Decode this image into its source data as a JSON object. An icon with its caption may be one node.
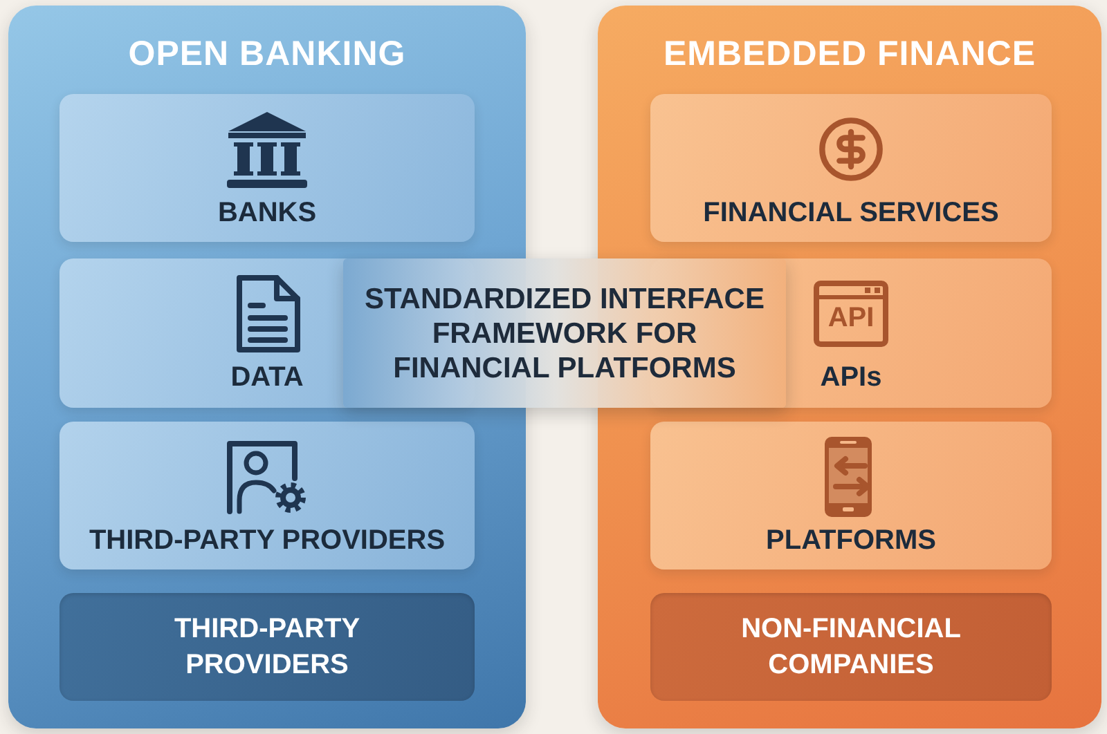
{
  "diagram": {
    "nodes": [
      {
        "text": [
          "OPEN BANKING"
        ]
      },
      {
        "text": [
          "BANKS"
        ],
        "in": 0
      },
      {
        "text": [
          "DATA"
        ],
        "in": 0
      },
      {
        "text": [
          "THIRD-PARTY PROVIDERS"
        ],
        "in": 0
      },
      {
        "text": [
          "THIRD-PARTY PROVIDERS"
        ],
        "in": 0
      },
      {
        "text": [
          "EMBEDDED FINANCE"
        ]
      },
      {
        "text": [
          "FINANCIAL SERVICES"
        ],
        "in": 5
      },
      {
        "text": [
          "APIs"
        ],
        "in": 5
      },
      {
        "text": [
          "PLATFORMS"
        ],
        "in": 5
      },
      {
        "text": [
          "NON-FINANCIAL COMPANIES"
        ],
        "in": 5
      },
      {
        "text": [
          "STANDARDIZED INTERFACE FRAMEWORK FOR FINANCIAL PLATFORMS"
        ]
      }
    ],
    "labels": [
      "API"
    ]
  }
}
